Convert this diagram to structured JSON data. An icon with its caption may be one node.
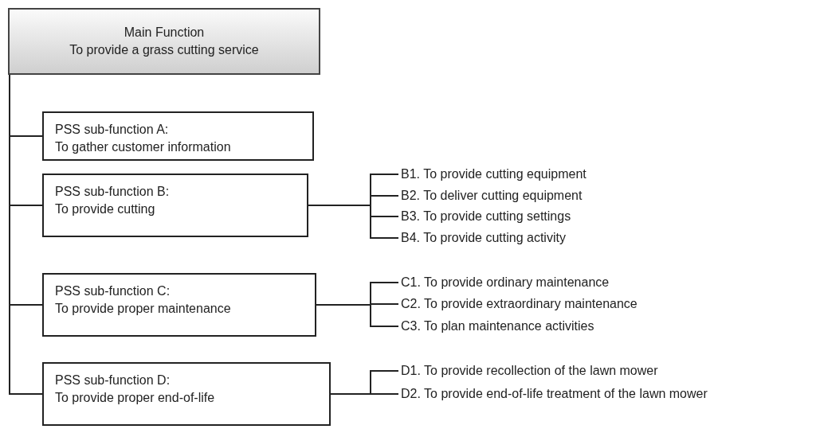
{
  "diagram": {
    "nodes": [
      {
        "text": [
          "Main Function",
          "To provide a grass cutting service"
        ]
      },
      {
        "text": [
          "PSS sub-function A:",
          "To gather customer information"
        ]
      },
      {
        "text": [
          "PSS sub-function B:",
          "To provide cutting"
        ]
      },
      {
        "text": [
          "B1. To provide cutting equipment"
        ]
      },
      {
        "text": [
          "B2. To deliver cutting equipment"
        ]
      },
      {
        "text": [
          "B3. To provide cutting settings"
        ]
      },
      {
        "text": [
          "B4. To provide cutting activity"
        ]
      },
      {
        "text": [
          "PSS sub-function C:",
          "To provide proper maintenance"
        ]
      },
      {
        "text": [
          "C1. To provide ordinary maintenance"
        ]
      },
      {
        "text": [
          "C2. To provide extraordinary maintenance"
        ]
      },
      {
        "text": [
          "C3. To plan maintenance activities"
        ]
      },
      {
        "text": [
          "PSS sub-function D:",
          "To provide proper end-of-life"
        ]
      },
      {
        "text": [
          "D1. To provide recollection of the lawn mower"
        ]
      },
      {
        "text": [
          "D2. To provide end-of-life treatment of the lawn mower"
        ]
      }
    ],
    "edges": [
      {
        "from": 0,
        "to": 1,
        "arrow": "none"
      },
      {
        "from": 0,
        "to": 2,
        "arrow": "none"
      },
      {
        "from": 0,
        "to": 7,
        "arrow": "none"
      },
      {
        "from": 0,
        "to": 11,
        "arrow": "none"
      },
      {
        "from": 2,
        "to": 3,
        "arrow": "none"
      },
      {
        "from": 2,
        "to": 4,
        "arrow": "none"
      },
      {
        "from": 2,
        "to": 5,
        "arrow": "none"
      },
      {
        "from": 2,
        "to": 6,
        "arrow": "none"
      },
      {
        "from": 7,
        "to": 8,
        "arrow": "none"
      },
      {
        "from": 7,
        "to": 9,
        "arrow": "none"
      },
      {
        "from": 7,
        "to": 10,
        "arrow": "none"
      },
      {
        "from": 11,
        "to": 12,
        "arrow": "none"
      },
      {
        "from": 11,
        "to": 13,
        "arrow": "none"
      }
    ]
  }
}
